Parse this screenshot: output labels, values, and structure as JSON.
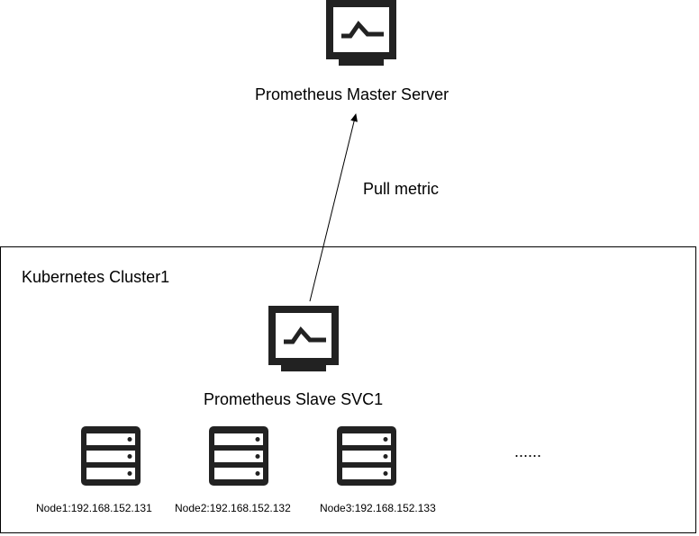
{
  "master": {
    "label": "Prometheus Master Server",
    "icon": "monitor-icon"
  },
  "edge": {
    "label": "Pull metric"
  },
  "cluster": {
    "label": "Kubernetes Cluster1",
    "slave": {
      "label": "Prometheus Slave SVC1",
      "icon": "monitor-icon"
    },
    "nodes": [
      {
        "label": "Node1:192.168.152.131",
        "icon": "server-icon"
      },
      {
        "label": "Node2:192.168.152.132",
        "icon": "server-icon"
      },
      {
        "label": "Node3:192.168.152.133",
        "icon": "server-icon"
      }
    ],
    "ellipsis": "......"
  }
}
